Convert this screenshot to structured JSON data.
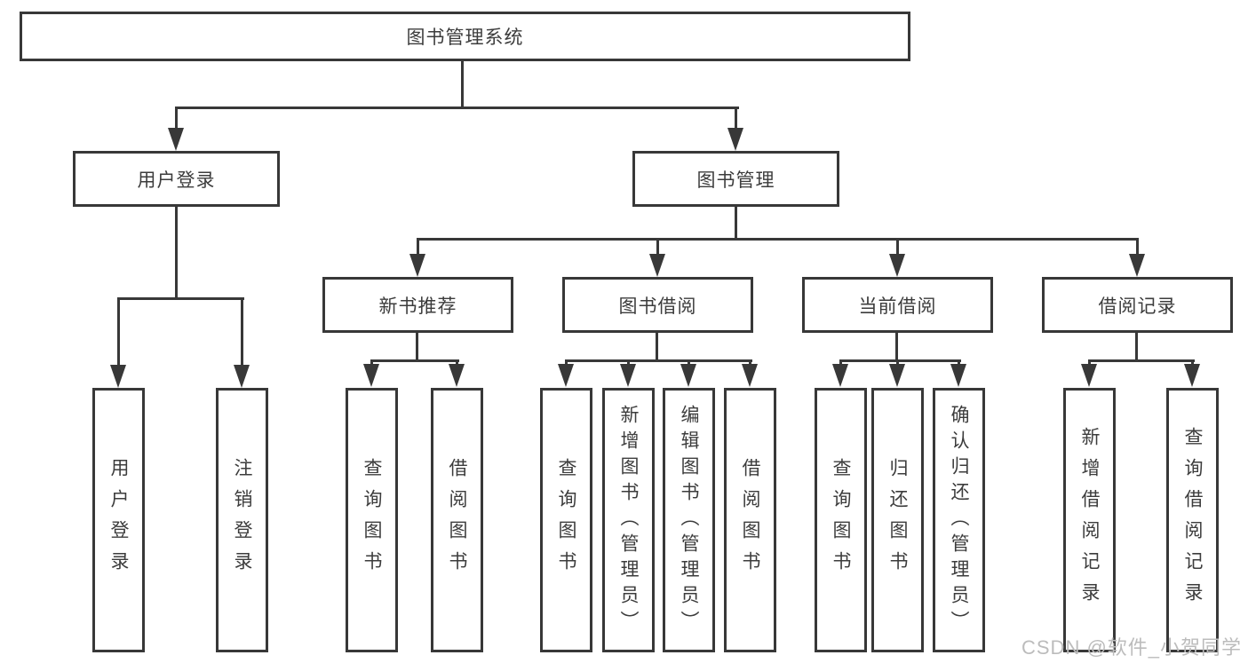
{
  "diagram": {
    "type": "hierarchy-tree",
    "nodes": {
      "root": "图书管理系统",
      "level2": [
        "用户登录",
        "图书管理"
      ],
      "level3": [
        "新书推荐",
        "图书借阅",
        "当前借阅",
        "借阅记录"
      ],
      "leaves": [
        "用户登录",
        "注销登录",
        "查询图书",
        "借阅图书",
        "查询图书",
        "新增图书（管理员）",
        "编辑图书（管理员）",
        "借阅图书",
        "查询图书",
        "归还图书",
        "确认归还（管理员）",
        "新增借阅记录",
        "查询借阅记录"
      ]
    },
    "edges": [
      {
        "from": "图书管理系统",
        "to": [
          "用户登录",
          "图书管理"
        ]
      },
      {
        "from": "用户登录",
        "to": [
          "用户登录",
          "注销登录"
        ]
      },
      {
        "from": "图书管理",
        "to": [
          "新书推荐",
          "图书借阅",
          "当前借阅",
          "借阅记录"
        ]
      },
      {
        "from": "新书推荐",
        "to": [
          "查询图书",
          "借阅图书"
        ]
      },
      {
        "from": "图书借阅",
        "to": [
          "查询图书",
          "新增图书（管理员）",
          "编辑图书（管理员）",
          "借阅图书"
        ]
      },
      {
        "from": "当前借阅",
        "to": [
          "查询图书",
          "归还图书",
          "确认归还（管理员）"
        ]
      },
      {
        "from": "借阅记录",
        "to": [
          "新增借阅记录",
          "查询借阅记录"
        ]
      }
    ]
  },
  "watermark": "CSDN @软件_小贺同学",
  "colors": {
    "background": "#ffffff",
    "line": "#383838",
    "box_border": "#383838",
    "text": "#3c3c3c",
    "watermark": "#bcbcbc"
  }
}
